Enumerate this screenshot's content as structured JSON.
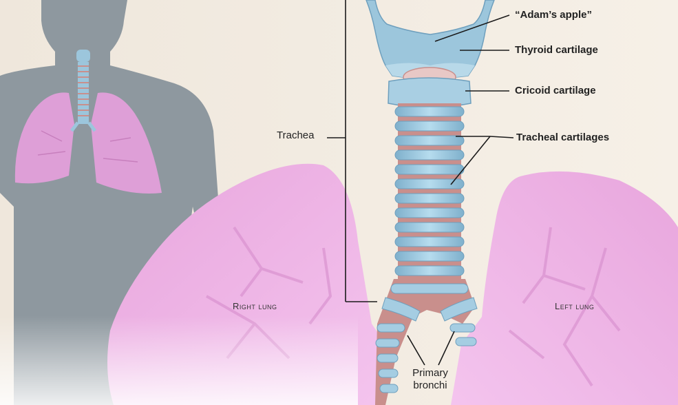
{
  "diagram": {
    "colors": {
      "background": "#f3ece2",
      "silhouette": "#8d979f",
      "lung": "#e7a3dc",
      "lung_light": "#f0b8e8",
      "cartilage": "#9cc6dc",
      "cartilage_dark": "#6e9fbd",
      "tissue": "#c98f8c",
      "leader_line": "#1a1a1a"
    },
    "labels": {
      "adams_apple": "“Adam’s apple”",
      "thyroid_cartilage": "Thyroid cartilage",
      "cricoid_cartilage": "Cricoid cartilage",
      "tracheal_cartilages": "Tracheal cartilages",
      "trachea": "Trachea",
      "right_lung": "Right lung",
      "left_lung": "Left lung",
      "primary_bronchi_line1": "Primary",
      "primary_bronchi_line2": "bronchi"
    },
    "icons": [
      "human-silhouette-icon",
      "lungs-icon",
      "trachea-icon",
      "larynx-icon"
    ]
  }
}
